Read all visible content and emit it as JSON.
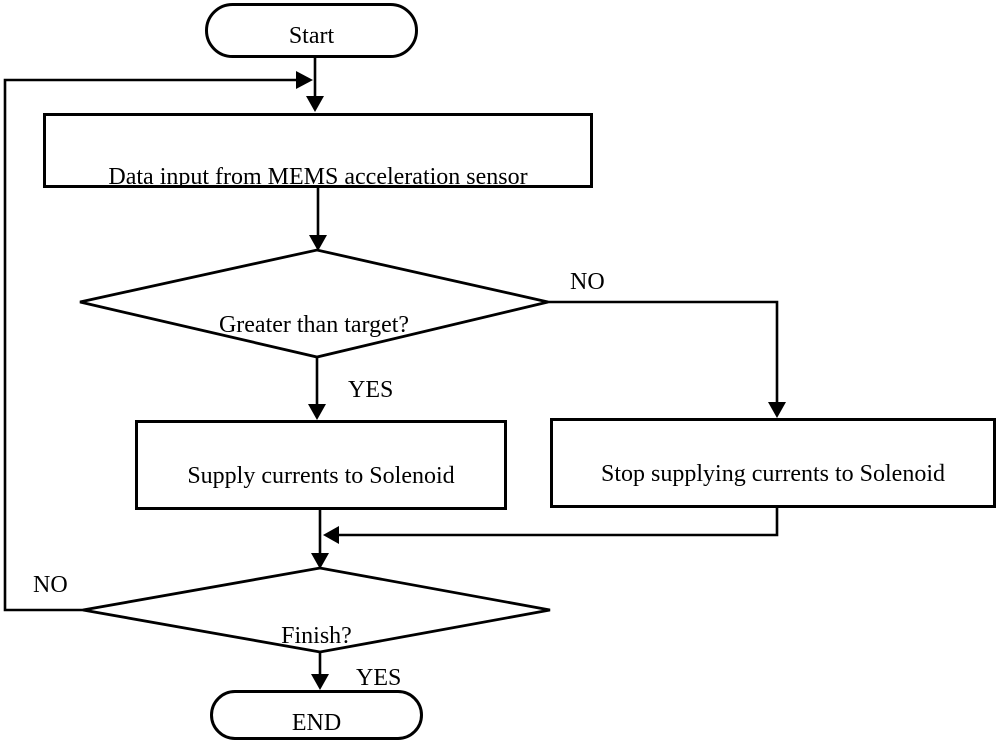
{
  "colors": {
    "ink": "#000000",
    "paper": "#ffffff"
  },
  "nodes": {
    "start": {
      "label": "Start",
      "type": "terminator"
    },
    "data_input": {
      "label": "Data input from MEMS acceleration sensor",
      "type": "process"
    },
    "greater": {
      "label": "Greater than target?",
      "type": "decision"
    },
    "supply": {
      "label": "Supply currents to Solenoid",
      "type": "process"
    },
    "stop": {
      "label": "Stop supplying currents to Solenoid",
      "type": "process"
    },
    "finish": {
      "label": "Finish?",
      "type": "decision"
    },
    "end": {
      "label": "END",
      "type": "terminator"
    }
  },
  "edge_labels": {
    "greater_no": "NO",
    "greater_yes": "YES",
    "finish_no": "NO",
    "finish_yes": "YES"
  }
}
